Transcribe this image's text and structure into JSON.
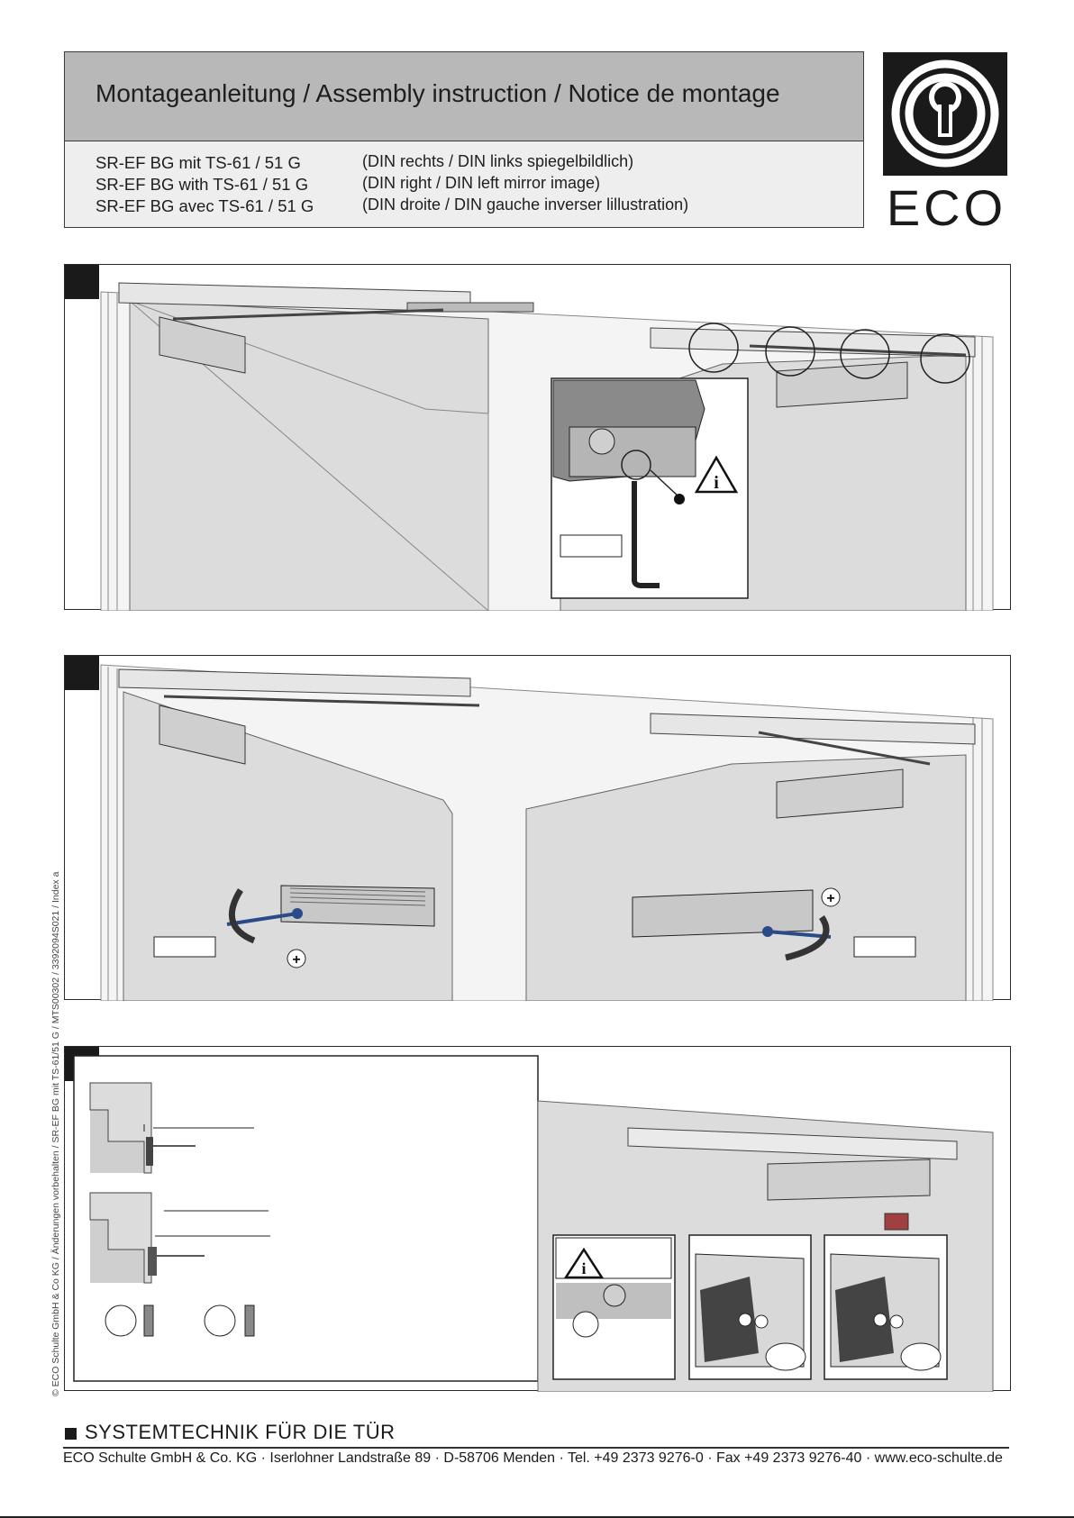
{
  "header": {
    "title": "Montageanleitung / Assembly instruction / Notice de montage",
    "models": [
      "SR-EF BG mit TS-61 / 51 G",
      "SR-EF BG with TS-61 / 51 G",
      "SR-EF BG avec TS-61 / 51 G"
    ],
    "notes": [
      "(DIN rechts / DIN links spiegelbildlich)",
      "(DIN right / DIN left mirror image)",
      "(DIN droite / DIN gauche inverser lillustration)"
    ]
  },
  "logo": {
    "text": "ECO"
  },
  "side_text": "© ECO Schulte GmbH & Co KG / Änderungen vorbehalten / SR-EF BG mit TS-61/51 G / MTS00302 / 3392094S021 / Index a",
  "footer": {
    "title": "SYSTEMTECHNIK FÜR DIE TÜR",
    "address": "ECO Schulte GmbH & Co. KG · Iserlohner Landstraße 89 · D-58706 Menden · Tel. +49 2373 9276-0 · Fax +49 2373 9276-40 · www.eco-schulte.de"
  },
  "colors": {
    "ink": "#1a1a1a",
    "header_band": "#b8b8b8",
    "header_body": "#eeeeee",
    "panel_gray": "#dcdcdc",
    "accent_blue": "#2a4a8a"
  },
  "icons": [
    "info-warning-icon",
    "plus-icon",
    "hex-key-icon",
    "rotate-arrow-icon"
  ]
}
